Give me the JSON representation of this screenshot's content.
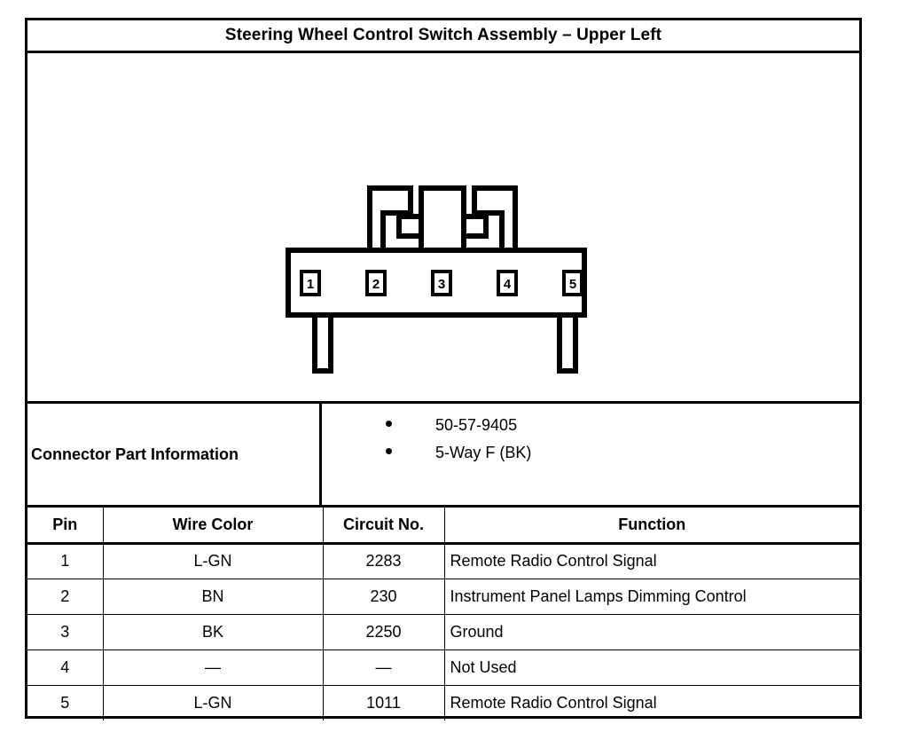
{
  "title": "Steering Wheel Control Switch Assembly – Upper Left",
  "connector": {
    "pins": [
      "1",
      "2",
      "3",
      "4",
      "5"
    ],
    "part_information_label": "Connector Part Information",
    "part_information_items": [
      "50-57-9405",
      "5-Way F (BK)"
    ]
  },
  "table": {
    "headers": {
      "pin": "Pin",
      "wire_color": "Wire Color",
      "circuit_no": "Circuit No.",
      "function": "Function"
    },
    "rows": [
      {
        "pin": "1",
        "wire_color": "L-GN",
        "circuit_no": "2283",
        "function": "Remote Radio Control Signal"
      },
      {
        "pin": "2",
        "wire_color": "BN",
        "circuit_no": "230",
        "function": "Instrument Panel Lamps Dimming Control"
      },
      {
        "pin": "3",
        "wire_color": "BK",
        "circuit_no": "2250",
        "function": "Ground"
      },
      {
        "pin": "4",
        "wire_color": "—",
        "circuit_no": "—",
        "function": "Not Used"
      },
      {
        "pin": "5",
        "wire_color": "L-GN",
        "circuit_no": "1011",
        "function": "Remote Radio Control Signal"
      }
    ]
  },
  "colors": {
    "line": "#000000",
    "background": "#ffffff"
  }
}
